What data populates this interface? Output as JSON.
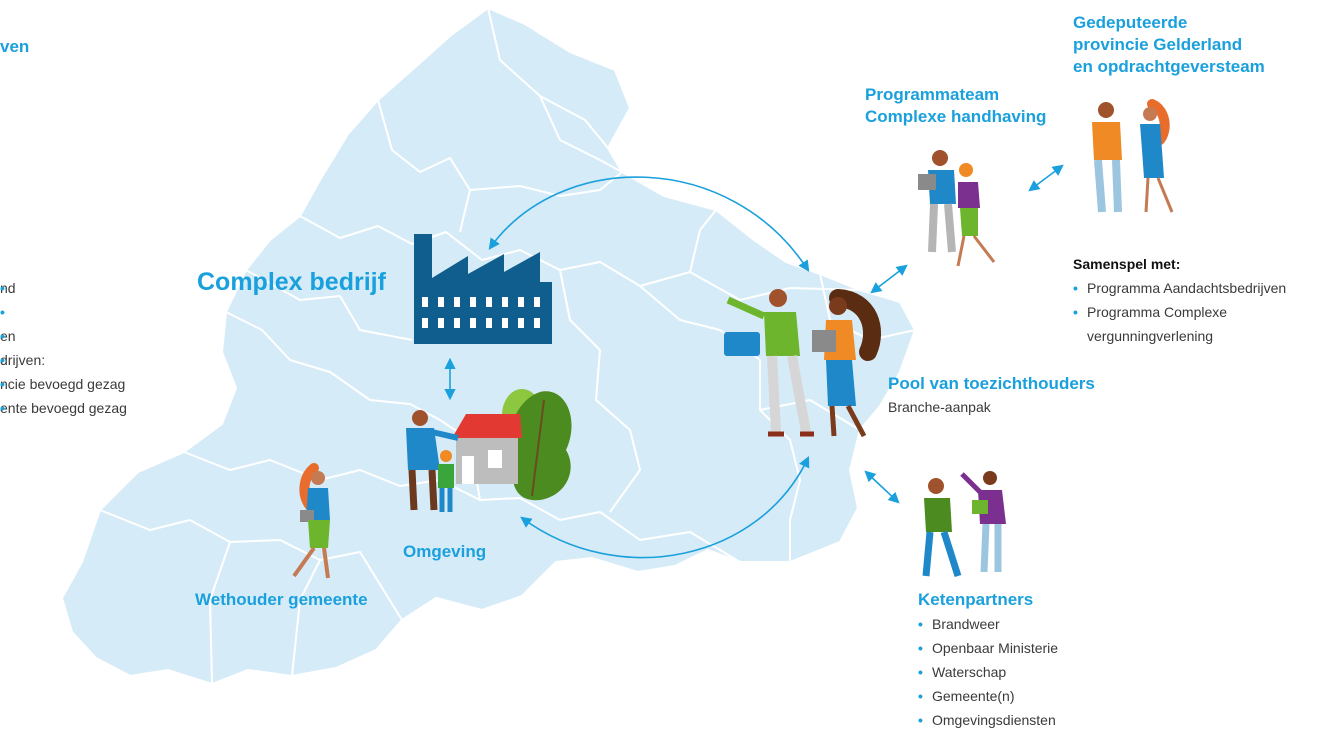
{
  "colors": {
    "map_fill": "#d6ebf8",
    "map_border": "#ffffff",
    "accent_blue": "#1aa0dc",
    "factory": "#0f5e8e"
  },
  "cut_left": {
    "heading": "ven",
    "lines": [
      "nd",
      "",
      "en",
      "drijven:",
      "ncie bevoegd gezag",
      "ente bevoegd gezag"
    ]
  },
  "complex_bedrijf": {
    "label": "Complex bedrijf",
    "icon": "factory-icon"
  },
  "omgeving": {
    "label": "Omgeving",
    "icons": [
      "house-icon",
      "tree-icon"
    ]
  },
  "wethouder": {
    "label": "Wethouder gemeente"
  },
  "programmateam": {
    "line1": "Programmateam",
    "line2": "Complexe handhaving"
  },
  "gedeputeerde": {
    "line1": "Gedeputeerde",
    "line2": "provincie Gelderland",
    "line3": "en opdrachtgeversteam"
  },
  "samenspel": {
    "heading": "Samenspel met:",
    "items": [
      "Programma Aandachtsbedrijven",
      "Programma Complexe"
    ],
    "continuation": "vergunningverlening"
  },
  "pool": {
    "title": "Pool van toezichthouders",
    "subtitle": "Branche-aanpak"
  },
  "ketenpartners": {
    "title": "Ketenpartners",
    "items": [
      "Brandweer",
      "Openbaar Ministerie",
      "Waterschap",
      "Gemeente(n)",
      "Omgevingsdiensten"
    ]
  }
}
